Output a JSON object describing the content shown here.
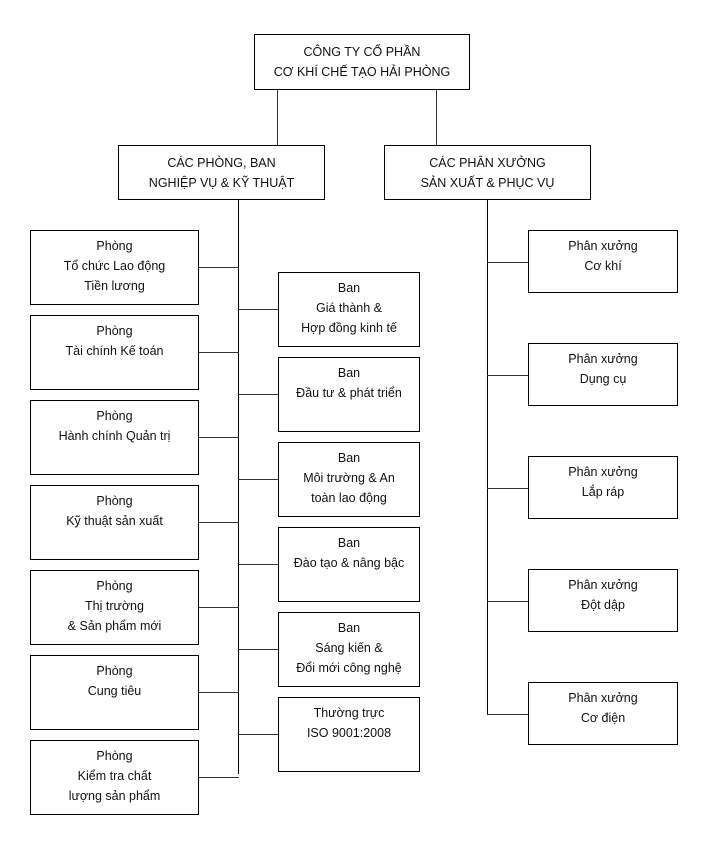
{
  "company": {
    "lines": [
      "CÔNG TY CỔ PHẦN",
      "CƠ KHÍ CHẾ TẠO HẢI PHÒNG"
    ]
  },
  "divisions": {
    "left": {
      "lines": [
        "CÁC PHÒNG, BAN",
        "NGHIỆP VỤ & KỸ THUẬT"
      ]
    },
    "right": {
      "lines": [
        "CÁC PHÂN XƯỞNG",
        "SẢN XUẤT & PHỤC VỤ"
      ]
    }
  },
  "departments": [
    {
      "lines": [
        "Phòng",
        "Tổ chức Lao động",
        "Tiền lương"
      ]
    },
    {
      "lines": [
        "Phòng",
        "Tài chính Kế toán"
      ]
    },
    {
      "lines": [
        "Phòng",
        "Hành chính Quản trị"
      ]
    },
    {
      "lines": [
        "Phòng",
        "Kỹ thuật sản xuất"
      ]
    },
    {
      "lines": [
        "Phòng",
        "Thị trường",
        "& Sản phẩm mới"
      ]
    },
    {
      "lines": [
        "Phòng",
        "Cung tiêu"
      ]
    },
    {
      "lines": [
        "Phòng",
        "Kiểm tra chất",
        "lượng sản phẩm"
      ]
    }
  ],
  "boards": [
    {
      "lines": [
        "Ban",
        "Giá thành &",
        "Hợp đồng kinh tế"
      ]
    },
    {
      "lines": [
        "Ban",
        "Đầu tư & phát triển"
      ]
    },
    {
      "lines": [
        "Ban",
        "Môi trường & An",
        "toàn lao động"
      ]
    },
    {
      "lines": [
        "Ban",
        "Đào tạo & nâng bậc"
      ]
    },
    {
      "lines": [
        "Ban",
        "Sáng kiến &",
        "Đổi mới công nghệ"
      ]
    },
    {
      "lines": [
        "Thường trực",
        "ISO 9001:2008"
      ]
    }
  ],
  "workshops": [
    {
      "lines": [
        "Phân xưởng",
        "Cơ khí"
      ]
    },
    {
      "lines": [
        "Phân xưởng",
        "Dụng cụ"
      ]
    },
    {
      "lines": [
        "Phân xưởng",
        "Lắp ráp"
      ]
    },
    {
      "lines": [
        "Phân xưởng",
        "Đột dập"
      ]
    },
    {
      "lines": [
        "Phân xưởng",
        "Cơ điện"
      ]
    }
  ]
}
